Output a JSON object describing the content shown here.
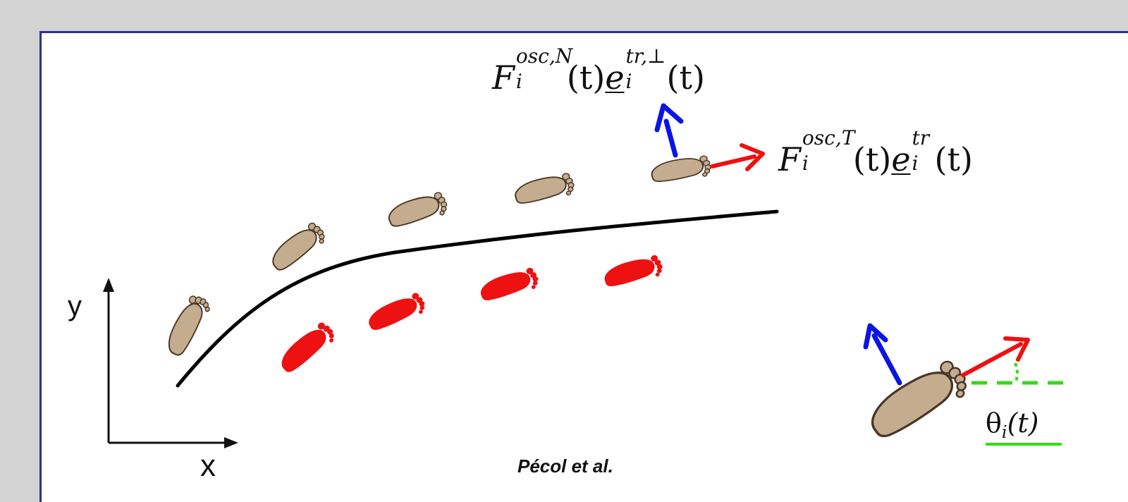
{
  "labels": {
    "normal_force": {
      "base": "F",
      "sup": "osc,N",
      "sub": "i",
      "arg": "(t)",
      "vec": "e",
      "vec_sup": "tr,⊥",
      "vec_sub": "i",
      "arg2": "(t)"
    },
    "tangential_force": {
      "base": "F",
      "sup": "osc,T",
      "sub": "i",
      "arg": "(t)",
      "vec": "e",
      "vec_sup": "tr",
      "vec_sub": "i",
      "arg2": "(t)"
    },
    "axis_x": "x",
    "axis_y": "y",
    "credit": "Pécol et al.",
    "angle": {
      "symbol": "θ",
      "sub": "i",
      "arg": "(t)"
    }
  },
  "colors": {
    "left_foot": "#c4ad8e",
    "right_foot": "#ee1111",
    "normal_arrow": "#0a14e6",
    "tangent_arrow": "#ee1111",
    "angle_marker": "#33dd11",
    "border": "#2e3192"
  },
  "icons": {
    "left_footprint": "left-footprint-icon",
    "right_footprint": "right-footprint-icon"
  }
}
